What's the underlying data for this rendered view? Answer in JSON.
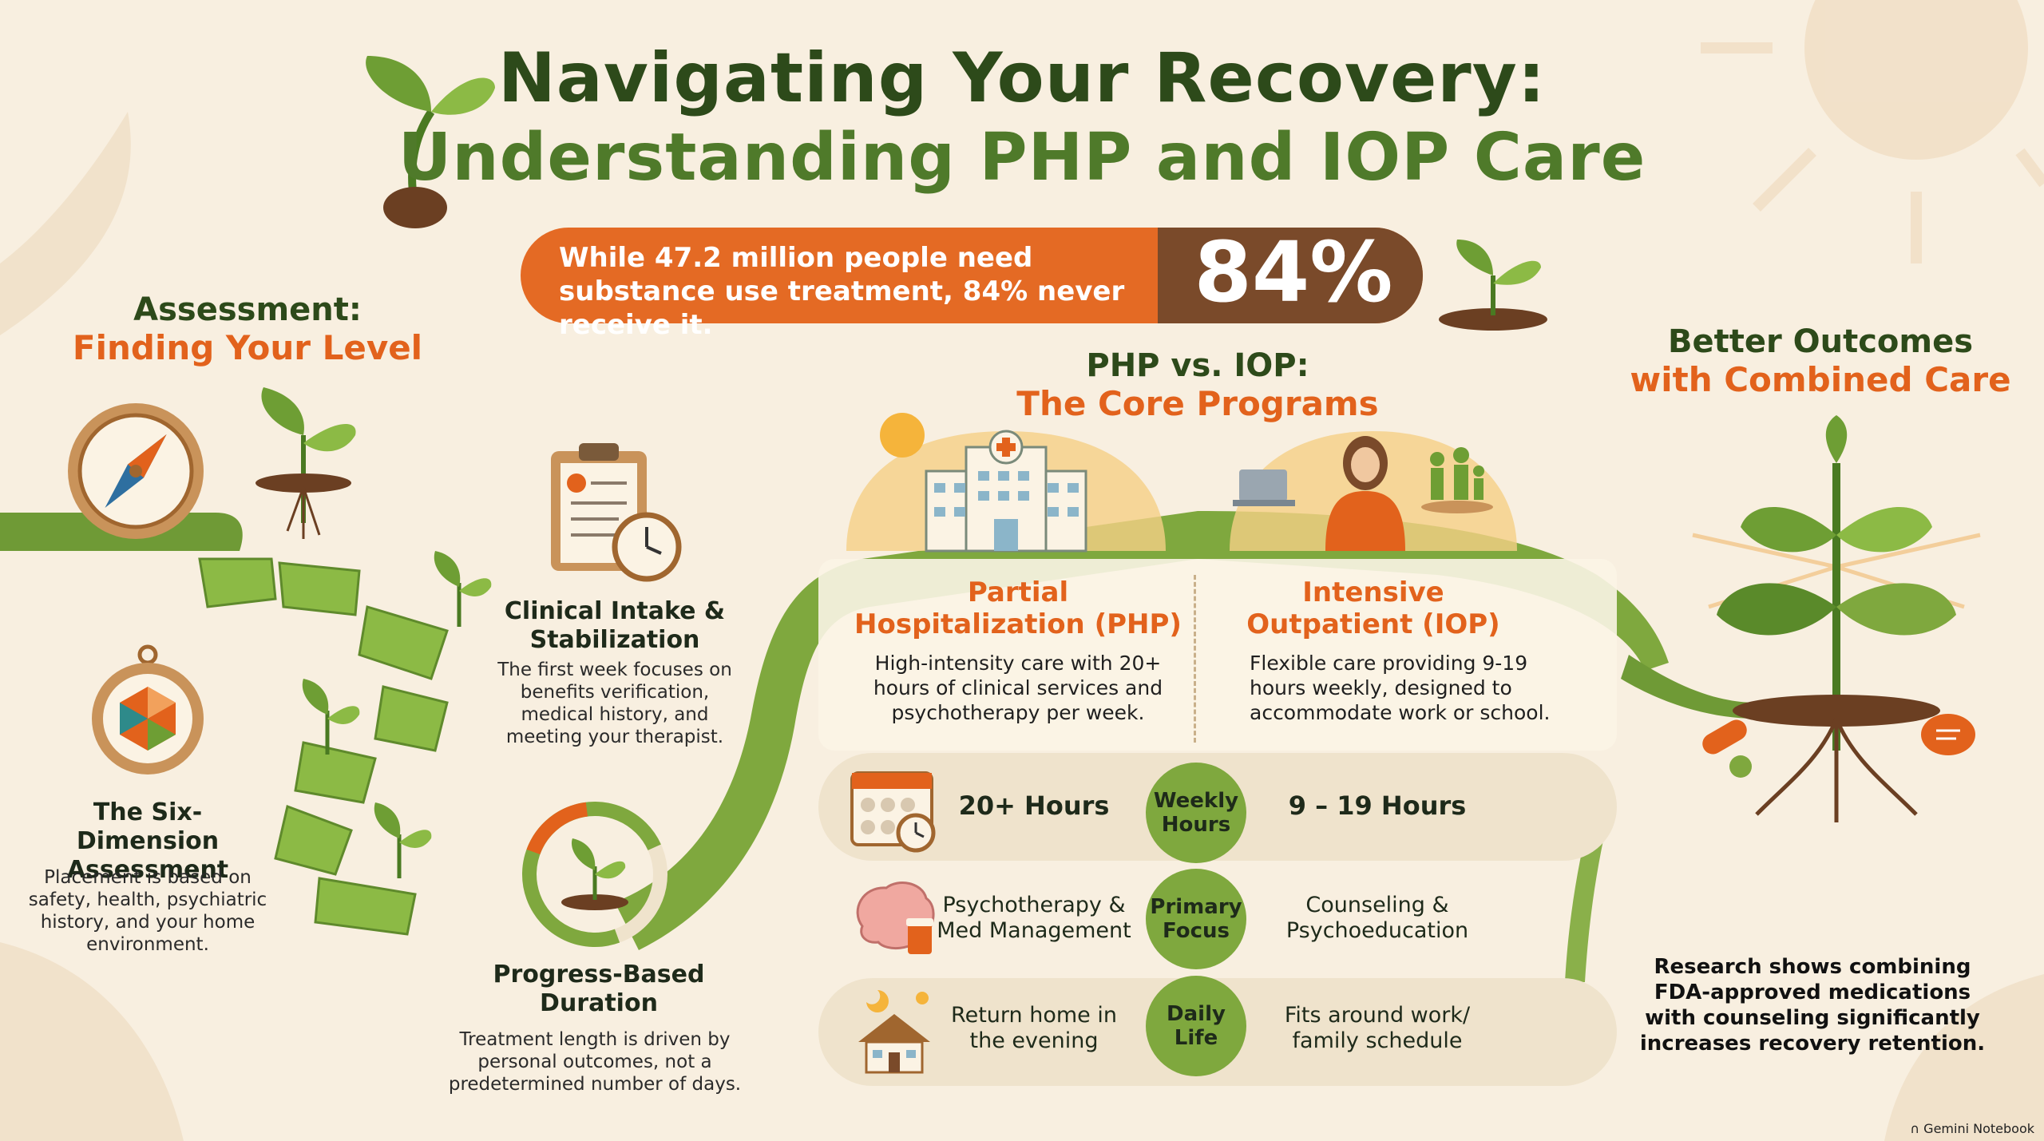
{
  "title": {
    "line1": "Navigating Your Recovery:",
    "line2": "Understanding PHP and IOP Care"
  },
  "stat": {
    "text": "While 47.2 million people need substance use treatment, 84% never receive it.",
    "number": "84%"
  },
  "assessment": {
    "heading": "Assessment:",
    "subheading": "Finding Your Level",
    "six_dimension": {
      "title": "The Six-Dimension Assessment",
      "desc": "Placement is based on safety, health, psychiatric history, and your home environment."
    },
    "intake": {
      "title": "Clinical Intake & Stabilization",
      "desc": "The first week focuses on benefits verification, medical history, and meeting your therapist."
    },
    "duration": {
      "title": "Progress-Based Duration",
      "desc": "Treatment length is driven by personal outcomes, not a predetermined number of days."
    }
  },
  "programs": {
    "heading": "PHP vs. IOP:",
    "subheading": "The Core Programs",
    "php": {
      "title_line1": "Partial",
      "title_line2": "Hospitalization (PHP)",
      "desc": "High-intensity care with 20+ hours of clinical services and psychotherapy per week."
    },
    "iop": {
      "title_line1": "Intensive",
      "title_line2": "Outpatient (IOP)",
      "desc": "Flexible care providing 9-19 hours weekly, designed to accommodate work or school."
    },
    "rows": [
      {
        "label": "Weekly Hours",
        "php": "20+ Hours",
        "iop": "9 – 19 Hours"
      },
      {
        "label": "Primary Focus",
        "php": "Psychotherapy & Med Management",
        "iop": "Counseling & Psychoeducation"
      },
      {
        "label": "Daily Life",
        "php": "Return home in the evening",
        "iop": "Fits around work/ family schedule"
      }
    ]
  },
  "outcomes": {
    "heading": "Better Outcomes",
    "subheading": "with Combined Care",
    "desc": "Research shows combining FDA-approved medications with counseling significantly increases recovery retention."
  },
  "footer": {
    "credit": "Gemini Notebook"
  },
  "colors": {
    "background": "#f8efe0",
    "accent_orange": "#e2621c",
    "dark_green": "#2d4a1a",
    "leaf_green": "#7fa83e",
    "soil_brown": "#7a4a2a"
  }
}
